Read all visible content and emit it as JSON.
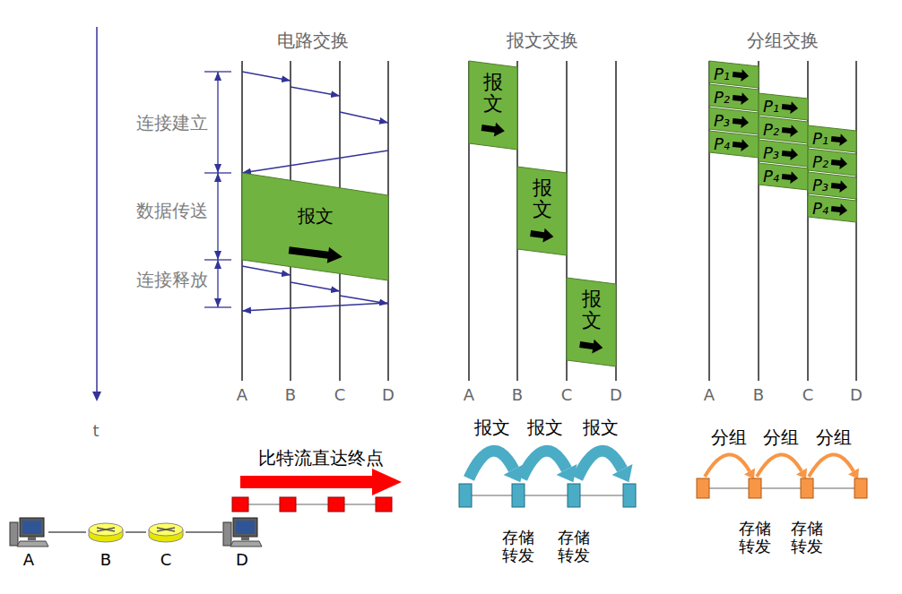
{
  "diagram": {
    "nodes": [
      {
        "text": [
          "报文"
        ]
      },
      {
        "text": [
          "报文"
        ]
      },
      {
        "text": [
          "报文"
        ]
      },
      {
        "text": [
          "报文"
        ]
      },
      {
        "text": [
          "P₁"
        ]
      },
      {
        "text": [
          "P₂"
        ]
      },
      {
        "text": [
          "P₃"
        ]
      },
      {
        "text": [
          "P₄"
        ]
      },
      {
        "text": [
          "P₁"
        ]
      },
      {
        "text": [
          "P₂"
        ]
      },
      {
        "text": [
          "P₃"
        ]
      },
      {
        "text": [
          "P₄"
        ]
      },
      {
        "text": [
          "P₁"
        ]
      },
      {
        "text": [
          "P₂"
        ]
      },
      {
        "text": [
          "P₃"
        ]
      },
      {
        "text": [
          "P₄"
        ]
      },
      {
        "text": [
          "A"
        ]
      },
      {
        "text": [
          "B"
        ]
      },
      {
        "text": [
          "C"
        ]
      },
      {
        "text": [
          "D"
        ]
      }
    ],
    "edges": [
      {
        "from": 16,
        "to": 17,
        "arrow": "none"
      },
      {
        "from": 17,
        "to": 18,
        "arrow": "none"
      },
      {
        "from": 18,
        "to": 19,
        "arrow": "none"
      }
    ],
    "labels": [
      "电路交换",
      "报文交换",
      "分组交换",
      "连接建立",
      "数据传送",
      "连接释放",
      "t",
      "A",
      "B",
      "C",
      "D",
      "A",
      "B",
      "C",
      "D",
      "A",
      "B",
      "C",
      "D",
      "比特流直达终点",
      "报文",
      "报文",
      "报文",
      "分组",
      "分组",
      "分组",
      "存储 转发",
      "存储 转发",
      "存储 转发",
      "存储 转发"
    ]
  }
}
